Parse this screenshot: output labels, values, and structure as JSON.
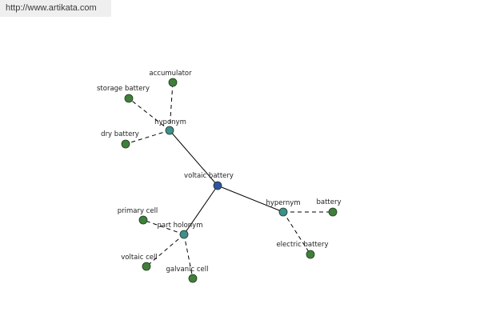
{
  "watermark": "http://www.artikata.com",
  "colors": {
    "center": "#334fa6",
    "relation": "#3f8f8c",
    "leaf": "#3f7f3b"
  },
  "graph": {
    "center": "voltaic battery",
    "relations": [
      {
        "label": "hyponym",
        "terms": [
          "accumulator",
          "storage battery",
          "dry battery"
        ]
      },
      {
        "label": "hypernym",
        "terms": [
          "battery",
          "electric battery"
        ]
      },
      {
        "label": "part holonym",
        "terms": [
          "primary cell",
          "voltaic cell",
          "galvanic cell"
        ]
      }
    ]
  }
}
